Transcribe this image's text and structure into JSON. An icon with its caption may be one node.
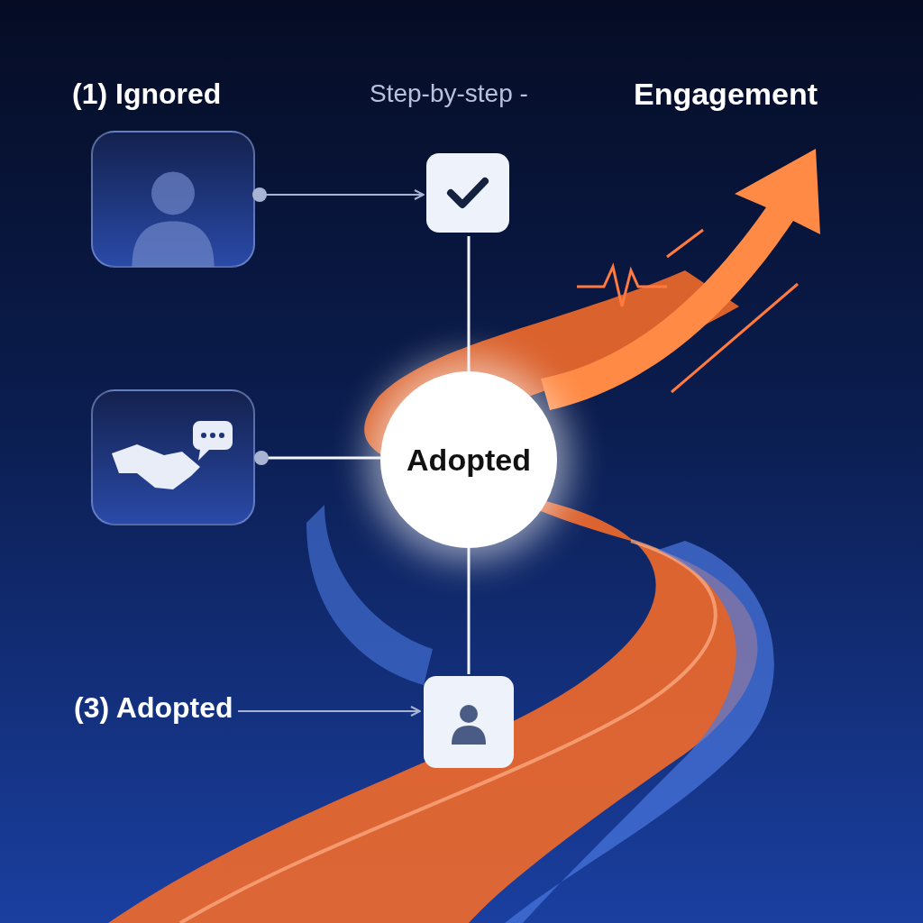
{
  "diagram": {
    "nodes": [
      {
        "text": [
          "(1) Ignored"
        ]
      },
      {
        "text": [],
        "shape": "picture"
      },
      {
        "text": [],
        "shape": "picture"
      },
      {
        "text": [
          "Adopted"
        ]
      },
      {
        "text": [
          "(3) Adopted"
        ]
      },
      {
        "text": [],
        "shape": "picture"
      }
    ],
    "edges": [
      {
        "from": 0,
        "to": 1,
        "arrow": "to"
      },
      {
        "from": 2,
        "to": 3,
        "arrow": "other"
      },
      {
        "from": 1,
        "to": 3,
        "arrow": "none"
      },
      {
        "from": 3,
        "to": 5,
        "arrow": "none"
      },
      {
        "from": 4,
        "to": 5,
        "arrow": "to"
      }
    ],
    "labels": [
      "Step-by-step -",
      "Engagement"
    ]
  }
}
